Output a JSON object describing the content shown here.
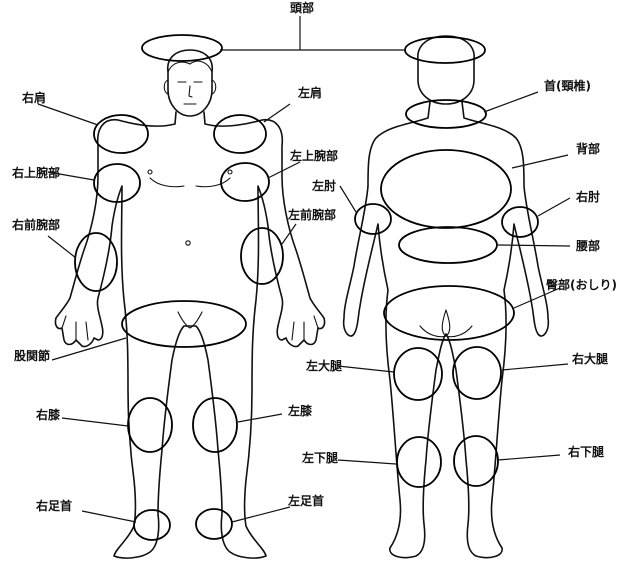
{
  "labels": {
    "head": "頭部",
    "neck": "首(頸椎)",
    "right_shoulder": "右肩",
    "left_shoulder": "左肩",
    "right_upper_arm": "右上腕部",
    "left_upper_arm": "左上腕部",
    "right_forearm": "右前腕部",
    "left_forearm": "左前腕部",
    "hip_joint": "股関節",
    "right_knee": "右膝",
    "left_knee": "左膝",
    "right_ankle": "右足首",
    "left_ankle": "左足首",
    "back": "背部",
    "left_elbow": "左肘",
    "right_elbow": "右肘",
    "lower_back": "腰部",
    "buttocks": "臀部(おしり)",
    "left_thigh": "左大腿",
    "right_thigh": "右大腿",
    "left_lower_leg": "左下腿",
    "right_lower_leg": "右下腿"
  },
  "colors": {
    "line": "#111111",
    "background": "#ffffff"
  }
}
